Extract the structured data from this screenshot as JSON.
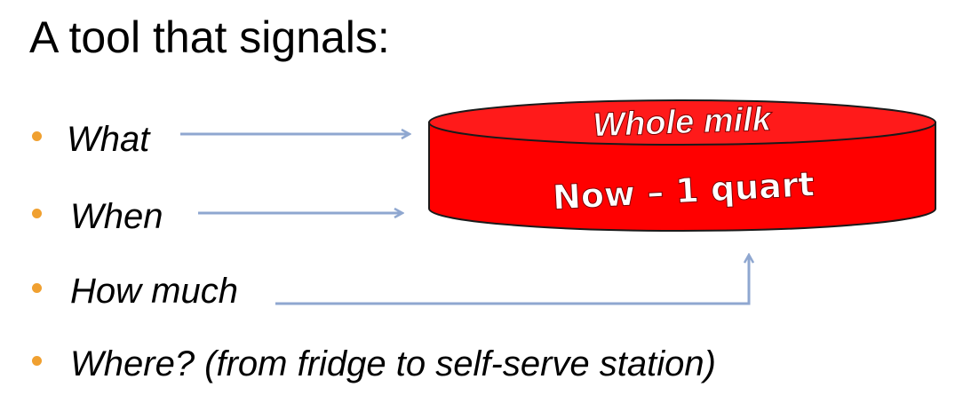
{
  "title": "A tool that signals:",
  "bullets": [
    {
      "label": "What"
    },
    {
      "label": "When"
    },
    {
      "label": "How much"
    },
    {
      "label": "Where? (from fridge to self-serve station)"
    }
  ],
  "signal_disk": {
    "top_label": "Whole milk",
    "side_label": "Now – 1 quart"
  },
  "colors": {
    "disk_fill": "#ff0000",
    "disk_outline": "#1a1a1a",
    "arrow": "#8fa7d0",
    "bullet_dot": "#f0a030",
    "disk_text": "#ffffff"
  }
}
